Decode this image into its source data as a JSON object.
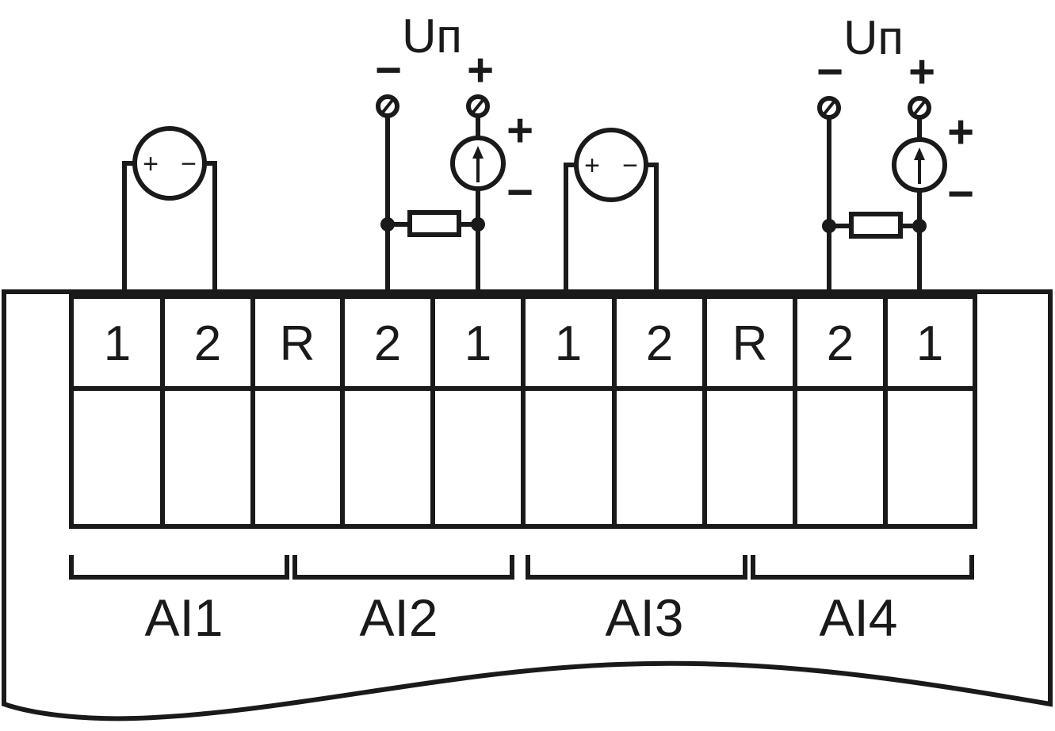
{
  "terminals": [
    "1",
    "2",
    "R",
    "2",
    "1",
    "1",
    "2",
    "R",
    "2",
    "1"
  ],
  "groups": [
    "AI1",
    "AI2",
    "AI3",
    "AI4"
  ],
  "supply_label": "Uп",
  "supply_minus": "−",
  "supply_plus": "+",
  "source_plus": "+",
  "source_minus": "−",
  "voltage_source_plus": "+",
  "voltage_source_minus": "−",
  "colors": {
    "line": "#1a1a1a",
    "background": "#ffffff"
  }
}
